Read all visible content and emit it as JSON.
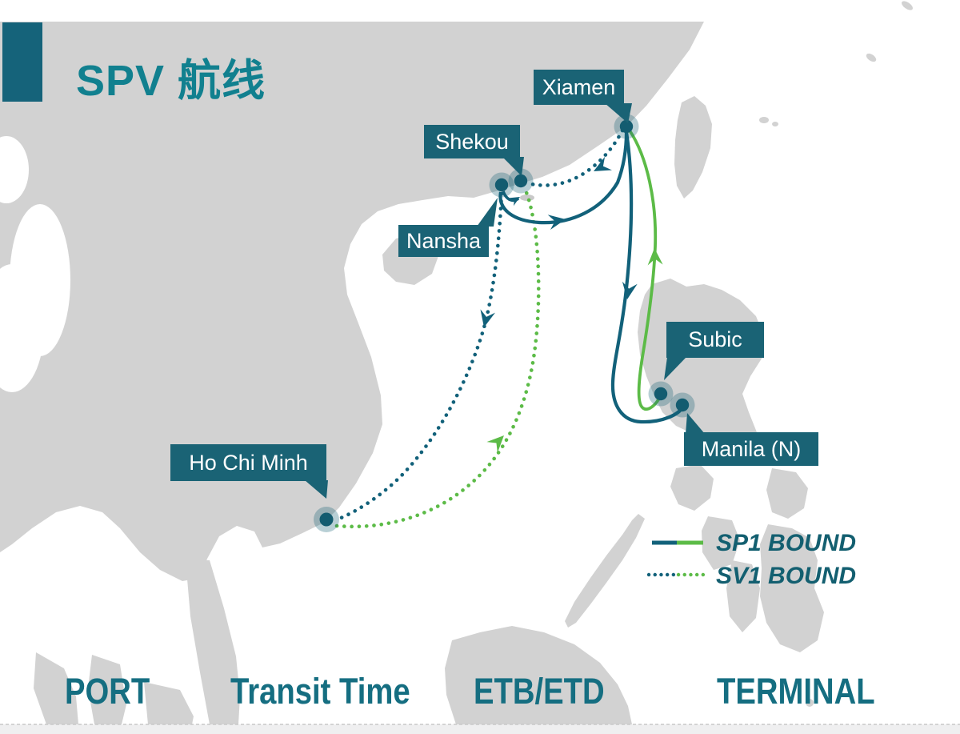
{
  "title": {
    "text": "SPV 航线"
  },
  "map": {
    "ports": [
      {
        "name": "Xiamen"
      },
      {
        "name": "Shekou"
      },
      {
        "name": "Nansha"
      },
      {
        "name": "Ho Chi Minh"
      },
      {
        "name": "Subic"
      },
      {
        "name": "Manila (N)"
      }
    ],
    "routes": [
      {
        "name": "SP1 BOUND",
        "style": "solid",
        "legs": [
          "Nansha/Shekou → Xiamen",
          "Xiamen → Manila (N)",
          "Subic → Xiamen"
        ]
      },
      {
        "name": "SV1 BOUND",
        "style": "dotted",
        "legs": [
          "Xiamen → Shekou",
          "Nansha → Ho Chi Minh",
          "Ho Chi Minh → Shekou"
        ]
      }
    ]
  },
  "legend": {
    "items": [
      {
        "label": "SP1 BOUND",
        "style": "solid"
      },
      {
        "label": "SV1 BOUND",
        "style": "dotted"
      }
    ]
  },
  "table_headers": [
    "PORT",
    "Transit Time",
    "ETB/ETD",
    "TERMINAL"
  ],
  "colors": {
    "teal_dark": "#1a6375",
    "teal_route": "#12617a",
    "teal_title": "#11808f",
    "teal_header": "#156e81",
    "green": "#5cbb47",
    "land": "#d2d2d2",
    "sea": "#ffffff",
    "footer_strip": "#efeff0"
  }
}
